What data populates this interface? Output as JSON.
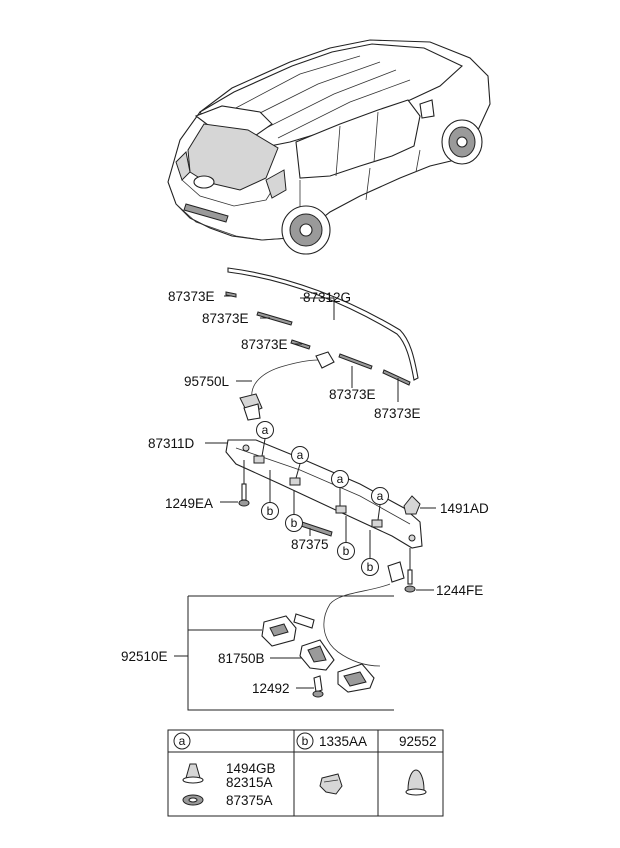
{
  "callouts": {
    "p87373E_1": "87373E",
    "p87312G": "87312G",
    "p87373E_2": "87373E",
    "p87373E_3": "87373E",
    "p95750L": "95750L",
    "p87373E_4": "87373E",
    "p87373E_5": "87373E",
    "p87311D": "87311D",
    "p1249EA": "1249EA",
    "p1491AD": "1491AD",
    "p87375": "87375",
    "p1244FE": "1244FE",
    "p92510E": "92510E",
    "p81750B": "81750B",
    "p12492": "12492"
  },
  "markers": {
    "a": "a",
    "b": "b"
  },
  "legend_table": {
    "col_a_marker": "a",
    "col_b_marker": "b",
    "col_b_part": "1335AA",
    "col_c_part": "92552",
    "col_a_items": [
      "1494GB",
      "82315A",
      "87375A"
    ]
  }
}
